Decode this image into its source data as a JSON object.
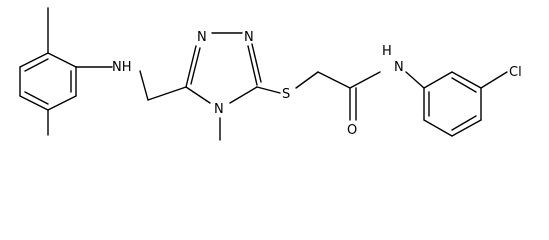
{
  "molecule": {
    "atoms": {
      "nh_left": "NH",
      "ring_n_top_left": "N",
      "ring_n_top_right": "N",
      "ring_n_bottom": "N",
      "methyl_on_n": "CH3",
      "sulfur": "S",
      "carbonyl_o": "O",
      "nh_right": "N",
      "nh_right_h": "H",
      "chlorine": "Cl"
    },
    "visible_labels": {
      "nh_left": "NH",
      "ring_n_top_left": "N",
      "ring_n_top_right": "N",
      "ring_n_bottom": "N",
      "sulfur": "S",
      "carbonyl_o": "O",
      "nh_right_h": "H",
      "nh_right_n": "N",
      "chlorine": "Cl"
    }
  }
}
